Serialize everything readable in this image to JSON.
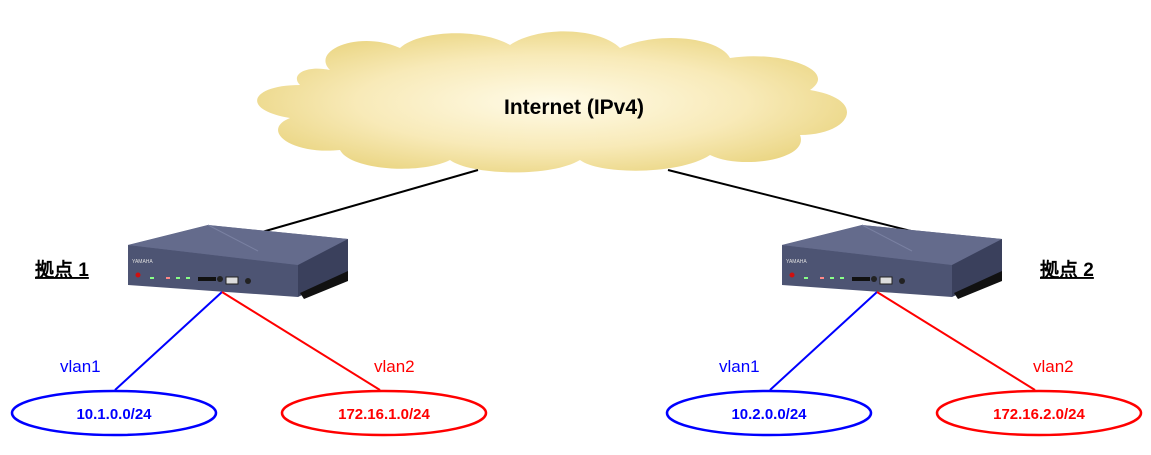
{
  "cloud": {
    "label": "Internet (IPv4)",
    "color": "#f0dc8c"
  },
  "sites": [
    {
      "label": "拠点 1",
      "vlans": [
        {
          "name": "vlan1",
          "network": "10.1.0.0/24",
          "color": "#0000ff"
        },
        {
          "name": "vlan2",
          "network": "172.16.1.0/24",
          "color": "#ff0000"
        }
      ]
    },
    {
      "label": "拠点 2",
      "vlans": [
        {
          "name": "vlan1",
          "network": "10.2.0.0/24",
          "color": "#0000ff"
        },
        {
          "name": "vlan2",
          "network": "172.16.2.0/24",
          "color": "#ff0000"
        }
      ]
    }
  ],
  "router": {
    "device": "router-icon",
    "body_color": "#4f5675"
  }
}
